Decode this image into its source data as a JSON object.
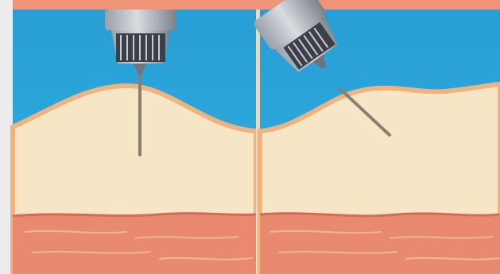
{
  "panels": [
    {
      "id": "left",
      "description_key": "perpendicular-insertion",
      "needle_angle_deg": 0
    },
    {
      "id": "right",
      "description_key": "angled-insertion",
      "needle_angle_deg": -35
    }
  ],
  "palette": {
    "sky": "#2aa7dd",
    "sky_dark": "#1d95cd",
    "skin_edge": "#f0b37e",
    "skin_fill": "#f6e6c6",
    "muscle": "#e88a6e",
    "muscle_dark": "#d76a55",
    "muscle_line": "#f3b39a",
    "top_band": "#ef9476",
    "divider": "#e7d9c4",
    "left_margin": "#ececec",
    "device_metal": "#b8bcc3",
    "device_metal_dark": "#6e737c",
    "device_teeth": "#3b3f46",
    "needle": "#8b7f72"
  },
  "icons": {
    "needle_device": "dermatology-pen-icon",
    "needle": "needle-icon"
  }
}
